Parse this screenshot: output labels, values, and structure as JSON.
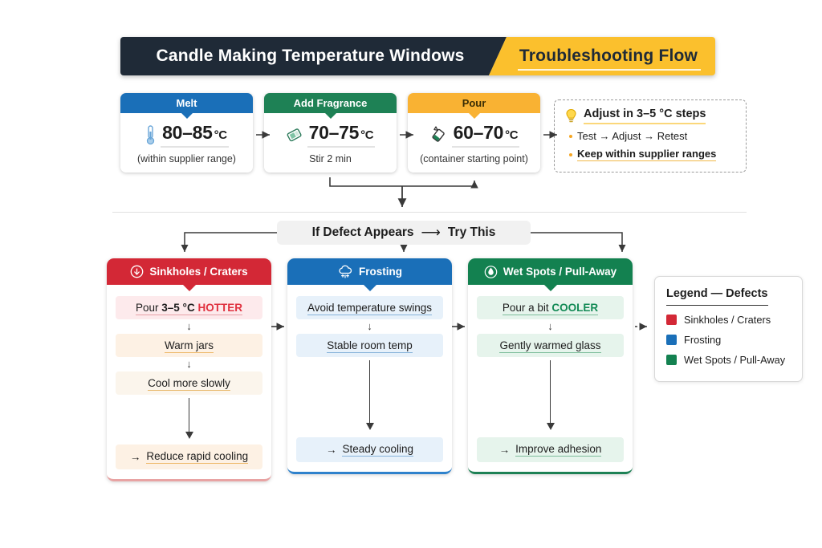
{
  "banner": {
    "left_title": "Candle Making Temperature Windows",
    "right_title": "Troubleshooting Flow"
  },
  "temperature_steps": [
    {
      "id": "melt",
      "header": "Melt",
      "icon": "thermometer-icon",
      "value": "80–85",
      "unit": "°C",
      "note": "(within supplier range)",
      "color": "#1a6fb8"
    },
    {
      "id": "fragrance",
      "header": "Add Fragrance",
      "icon": "fragrance-bottle-icon",
      "value": "70–75",
      "unit": "°C",
      "note": "Stir 2 min",
      "color": "#1e8155"
    },
    {
      "id": "pour",
      "header": "Pour",
      "icon": "pouring-pitcher-icon",
      "value": "60–70",
      "unit": "°C",
      "note": "(container starting point)",
      "color": "#f9b233"
    }
  ],
  "tips": {
    "icon": "lightbulb-icon",
    "title": "Adjust in 3–5 °C steps",
    "line1": "Test  →  Adjust  →  Retest",
    "line2": "Keep within supplier ranges"
  },
  "divider": {
    "left_text": "If Defect Appears",
    "arrow": "⟶",
    "right_text": "Try This"
  },
  "defects": [
    {
      "id": "sinkholes",
      "header": "Sinkholes / Craters",
      "icon": "circle-down-arrow-icon",
      "color": "#d32836",
      "steps": [
        {
          "prefix": "Pour ",
          "bold": "3–5 °C",
          "emph": "HOTTER",
          "emph_class": "hot",
          "tone": "s-red"
        },
        {
          "text": "Warm jars",
          "tone": "s-org"
        },
        {
          "text": "Cool more slowly",
          "tone": "s-org2"
        }
      ],
      "final": "Reduce rapid cooling",
      "final_tone": "s-org"
    },
    {
      "id": "frosting",
      "header": "Frosting",
      "icon": "snow-cloud-icon",
      "color": "#1a6fb8",
      "steps": [
        {
          "text": "Avoid temperature swings",
          "tone": "s-blue"
        },
        {
          "text": "Stable room temp",
          "tone": "s-blue"
        }
      ],
      "final": "Steady cooling",
      "final_tone": "s-blue"
    },
    {
      "id": "wetspots",
      "header": "Wet Spots / Pull-Away",
      "icon": "water-drop-icon",
      "color": "#138150",
      "steps": [
        {
          "prefix": "Pour a bit ",
          "emph": "COOLER",
          "emph_class": "cool",
          "tone": "s-grn"
        },
        {
          "text": "Gently warmed glass",
          "tone": "s-grn"
        }
      ],
      "final": "Improve  adhesion",
      "final_tone": "s-grn"
    }
  ],
  "legend": {
    "title": "Legend — Defects",
    "items": [
      {
        "label": "Sinkholes / Craters",
        "color": "#d32836"
      },
      {
        "label": "Frosting",
        "color": "#1a6fb8"
      },
      {
        "label": "Wet Spots / Pull-Away",
        "color": "#138150"
      }
    ]
  },
  "arrows": {
    "step_arrow": "→",
    "down_small": "↓"
  }
}
